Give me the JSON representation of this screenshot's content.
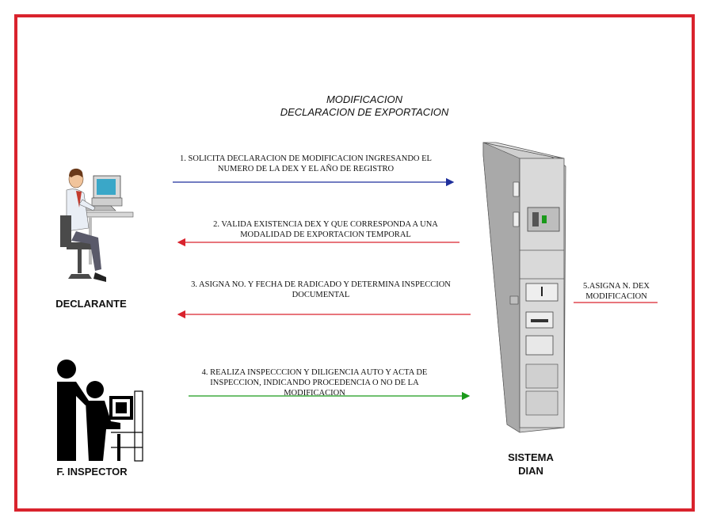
{
  "title": {
    "line1": "MODIFICACION",
    "line2": "DECLARACION DE EXPORTACION"
  },
  "actors": {
    "declarante": "DECLARANTE",
    "inspector": "F. INSPECTOR",
    "sistema_line1": "SISTEMA",
    "sistema_line2": "DIAN"
  },
  "steps": [
    {
      "line1": "1. SOLICITA DECLARACION DE  MODIFICACION INGRESANDO EL",
      "line2": "NUMERO DE  LA  DEX Y EL AÑO DE REGISTRO",
      "direction": "right",
      "color": "#1f2f9c"
    },
    {
      "line1": "2.   VALIDA  EXISTENCIA DEX Y QUE CORRESPONDA A UNA",
      "line2": "MODALIDAD DE EXPORTACION TEMPORAL",
      "direction": "left",
      "color": "#d9232d"
    },
    {
      "line1": "3.  ASIGNA NO. Y FECHA DE RADICADO Y DETERMINA INSPECCION",
      "line2": "DOCUMENTAL",
      "direction": "left",
      "color": "#d9232d"
    },
    {
      "line1": "4. REALIZA INSPECCCION Y DILIGENCIA  AUTO Y  ACTA DE",
      "line2": "INSPECCION, INDICANDO PROCEDENCIA O NO DE  LA",
      "line3": "MODIFICACION",
      "direction": "right",
      "color": "#1a9a1a"
    }
  ],
  "step5": {
    "line1": "5.ASIGNA N. DEX",
    "line2": "MODIFICACION",
    "color": "#d9232d"
  },
  "colors": {
    "frame": "#d9232d"
  }
}
